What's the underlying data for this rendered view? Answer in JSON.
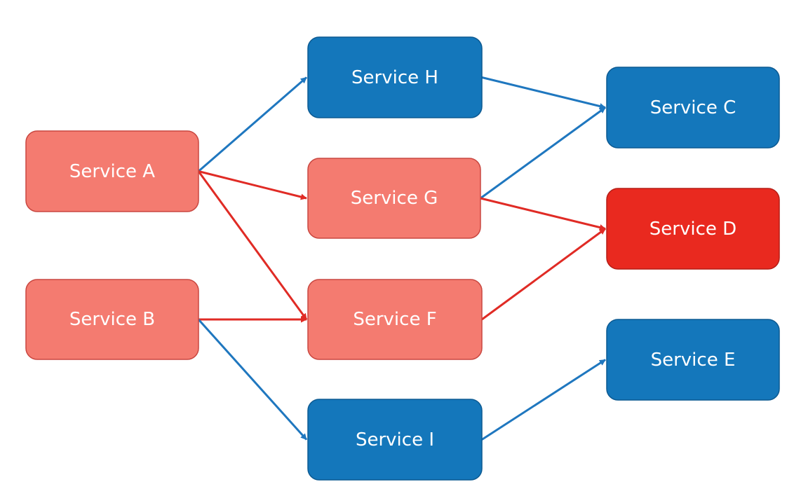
{
  "colors": {
    "healthy_fill": "#1477BB",
    "healthy_border": "#0C5A92",
    "affected_fill": "#F47B70",
    "affected_border": "#C94740",
    "failing_fill": "#E9291F",
    "failing_border": "#B51E17",
    "healthy_arrow": "#1F77BF",
    "affected_arrow": "#E02B25"
  },
  "nodes": [
    {
      "id": "A",
      "label": "Service A",
      "status": "affected"
    },
    {
      "id": "B",
      "label": "Service B",
      "status": "affected"
    },
    {
      "id": "H",
      "label": "Service H",
      "status": "healthy"
    },
    {
      "id": "G",
      "label": "Service G",
      "status": "affected"
    },
    {
      "id": "F",
      "label": "Service F",
      "status": "affected"
    },
    {
      "id": "I",
      "label": "Service I",
      "status": "healthy"
    },
    {
      "id": "C",
      "label": "Service C",
      "status": "healthy"
    },
    {
      "id": "D",
      "label": "Service D",
      "status": "failing"
    },
    {
      "id": "E",
      "label": "Service E",
      "status": "healthy"
    }
  ],
  "edges": [
    {
      "from": "A",
      "to": "H",
      "status": "healthy"
    },
    {
      "from": "A",
      "to": "G",
      "status": "affected"
    },
    {
      "from": "A",
      "to": "F",
      "status": "affected"
    },
    {
      "from": "B",
      "to": "F",
      "status": "affected"
    },
    {
      "from": "B",
      "to": "I",
      "status": "healthy"
    },
    {
      "from": "H",
      "to": "C",
      "status": "healthy"
    },
    {
      "from": "G",
      "to": "C",
      "status": "healthy"
    },
    {
      "from": "G",
      "to": "D",
      "status": "affected"
    },
    {
      "from": "F",
      "to": "D",
      "status": "affected"
    },
    {
      "from": "I",
      "to": "E",
      "status": "healthy"
    }
  ]
}
